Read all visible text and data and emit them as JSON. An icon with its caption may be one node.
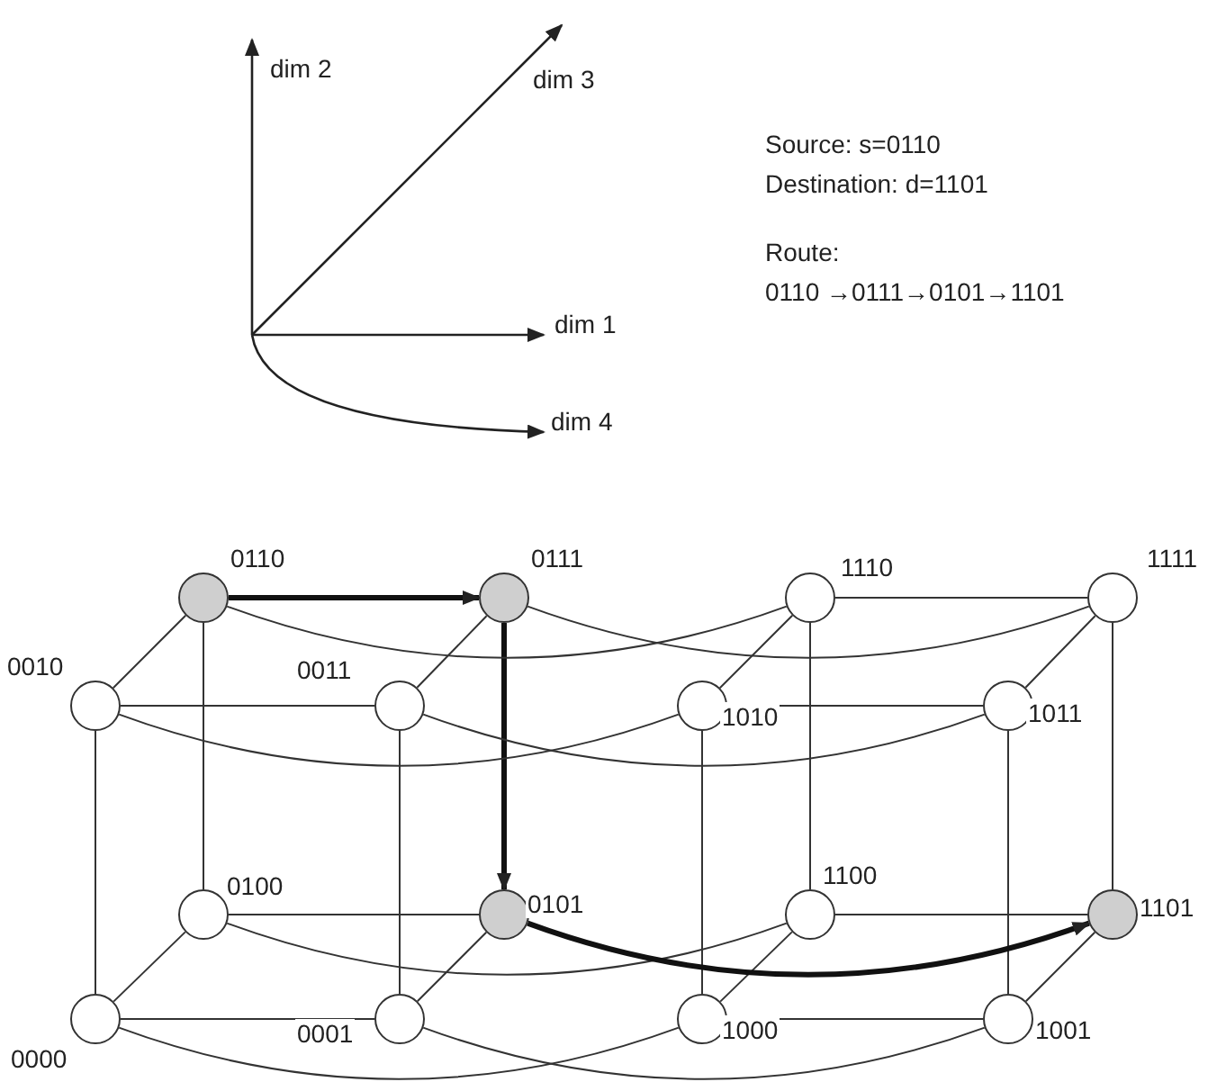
{
  "diagram": {
    "nodes": [
      {
        "text": [],
        "shape": "circle",
        "beside": [
          "0110"
        ]
      },
      {
        "text": [],
        "shape": "circle",
        "beside": [
          "0111"
        ]
      },
      {
        "text": [],
        "shape": "circle",
        "beside": [
          "1110"
        ]
      },
      {
        "text": [],
        "shape": "circle",
        "beside": [
          "1111"
        ]
      },
      {
        "text": [],
        "shape": "circle",
        "beside": [
          "0010"
        ]
      },
      {
        "text": [],
        "shape": "circle",
        "beside": [
          "0011"
        ]
      },
      {
        "text": [],
        "shape": "circle",
        "beside": [
          "1010"
        ]
      },
      {
        "text": [],
        "shape": "circle",
        "beside": [
          "1011"
        ]
      },
      {
        "text": [],
        "shape": "circle",
        "beside": [
          "0100"
        ]
      },
      {
        "text": [],
        "shape": "circle",
        "beside": [
          "0101"
        ]
      },
      {
        "text": [],
        "shape": "circle",
        "beside": [
          "1100"
        ]
      },
      {
        "text": [],
        "shape": "circle",
        "beside": [
          "1101"
        ]
      },
      {
        "text": [],
        "shape": "circle",
        "beside": [
          "0000"
        ]
      },
      {
        "text": [],
        "shape": "circle",
        "beside": [
          "0001"
        ]
      },
      {
        "text": [],
        "shape": "circle",
        "beside": [
          "1000"
        ]
      },
      {
        "text": [],
        "shape": "circle",
        "beside": [
          "1001"
        ]
      }
    ],
    "edges": [
      {
        "from": 0,
        "to": 1,
        "arrow": "to",
        "style": "thick"
      },
      {
        "from": 2,
        "to": 3,
        "arrow": "none"
      },
      {
        "from": 4,
        "to": 5,
        "arrow": "none"
      },
      {
        "from": 6,
        "to": 7,
        "arrow": "none"
      },
      {
        "from": 8,
        "to": 9,
        "arrow": "none"
      },
      {
        "from": 10,
        "to": 11,
        "arrow": "none"
      },
      {
        "from": 12,
        "to": 13,
        "arrow": "none"
      },
      {
        "from": 14,
        "to": 15,
        "arrow": "none"
      },
      {
        "from": 0,
        "to": 8,
        "arrow": "none"
      },
      {
        "from": 1,
        "to": 9,
        "arrow": "to",
        "style": "thick"
      },
      {
        "from": 2,
        "to": 10,
        "arrow": "none"
      },
      {
        "from": 3,
        "to": 11,
        "arrow": "none"
      },
      {
        "from": 4,
        "to": 12,
        "arrow": "none"
      },
      {
        "from": 5,
        "to": 13,
        "arrow": "none"
      },
      {
        "from": 6,
        "to": 14,
        "arrow": "none"
      },
      {
        "from": 7,
        "to": 15,
        "arrow": "none"
      },
      {
        "from": 4,
        "to": 0,
        "arrow": "none"
      },
      {
        "from": 5,
        "to": 1,
        "arrow": "none"
      },
      {
        "from": 6,
        "to": 2,
        "arrow": "none"
      },
      {
        "from": 7,
        "to": 3,
        "arrow": "none"
      },
      {
        "from": 12,
        "to": 8,
        "arrow": "none"
      },
      {
        "from": 13,
        "to": 9,
        "arrow": "none"
      },
      {
        "from": 14,
        "to": 10,
        "arrow": "none"
      },
      {
        "from": 15,
        "to": 11,
        "arrow": "none"
      },
      {
        "from": 0,
        "to": 2,
        "arrow": "none"
      },
      {
        "from": 1,
        "to": 3,
        "arrow": "none"
      },
      {
        "from": 4,
        "to": 6,
        "arrow": "none"
      },
      {
        "from": 5,
        "to": 7,
        "arrow": "none"
      },
      {
        "from": 8,
        "to": 10,
        "arrow": "none"
      },
      {
        "from": 9,
        "to": 11,
        "arrow": "to",
        "style": "thick"
      },
      {
        "from": 12,
        "to": 14,
        "arrow": "none"
      },
      {
        "from": 13,
        "to": 15,
        "arrow": "none"
      }
    ],
    "labels": [
      "dim 2",
      "dim 3",
      "Source: s=0110",
      "Destination: d=1101",
      "Route:",
      "0110 →0111→0101→1101",
      "dim 1",
      "dim 4"
    ]
  }
}
